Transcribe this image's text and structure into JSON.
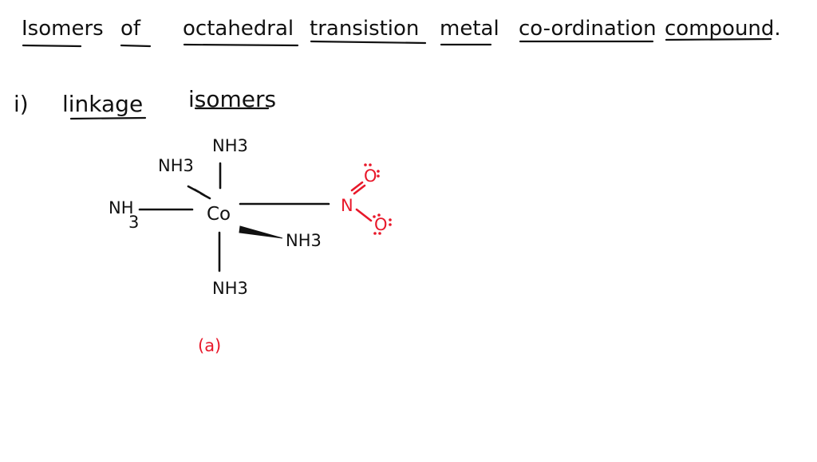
{
  "title_words": [
    "Isomers",
    "of",
    "octahedral",
    "transistion",
    "metal",
    "co-ordination",
    "compound."
  ],
  "section": {
    "marker": "i)",
    "heading_words": [
      "linkage",
      "isomers"
    ]
  },
  "complex": {
    "center_atom": "Co",
    "ligand_top": "NH3",
    "ligand_back": "NH3",
    "ligand_left": "NH",
    "ligand_left_subscript": "3",
    "ligand_wedge": "NH3",
    "ligand_bottom": "NH3",
    "nitro_n": "N",
    "nitro_o_top": "O",
    "nitro_o_bottom": "O"
  },
  "figure_label": "(a)",
  "colors": {
    "ink": "#111111",
    "accent": "#e8182a",
    "background": "#ffffff"
  }
}
